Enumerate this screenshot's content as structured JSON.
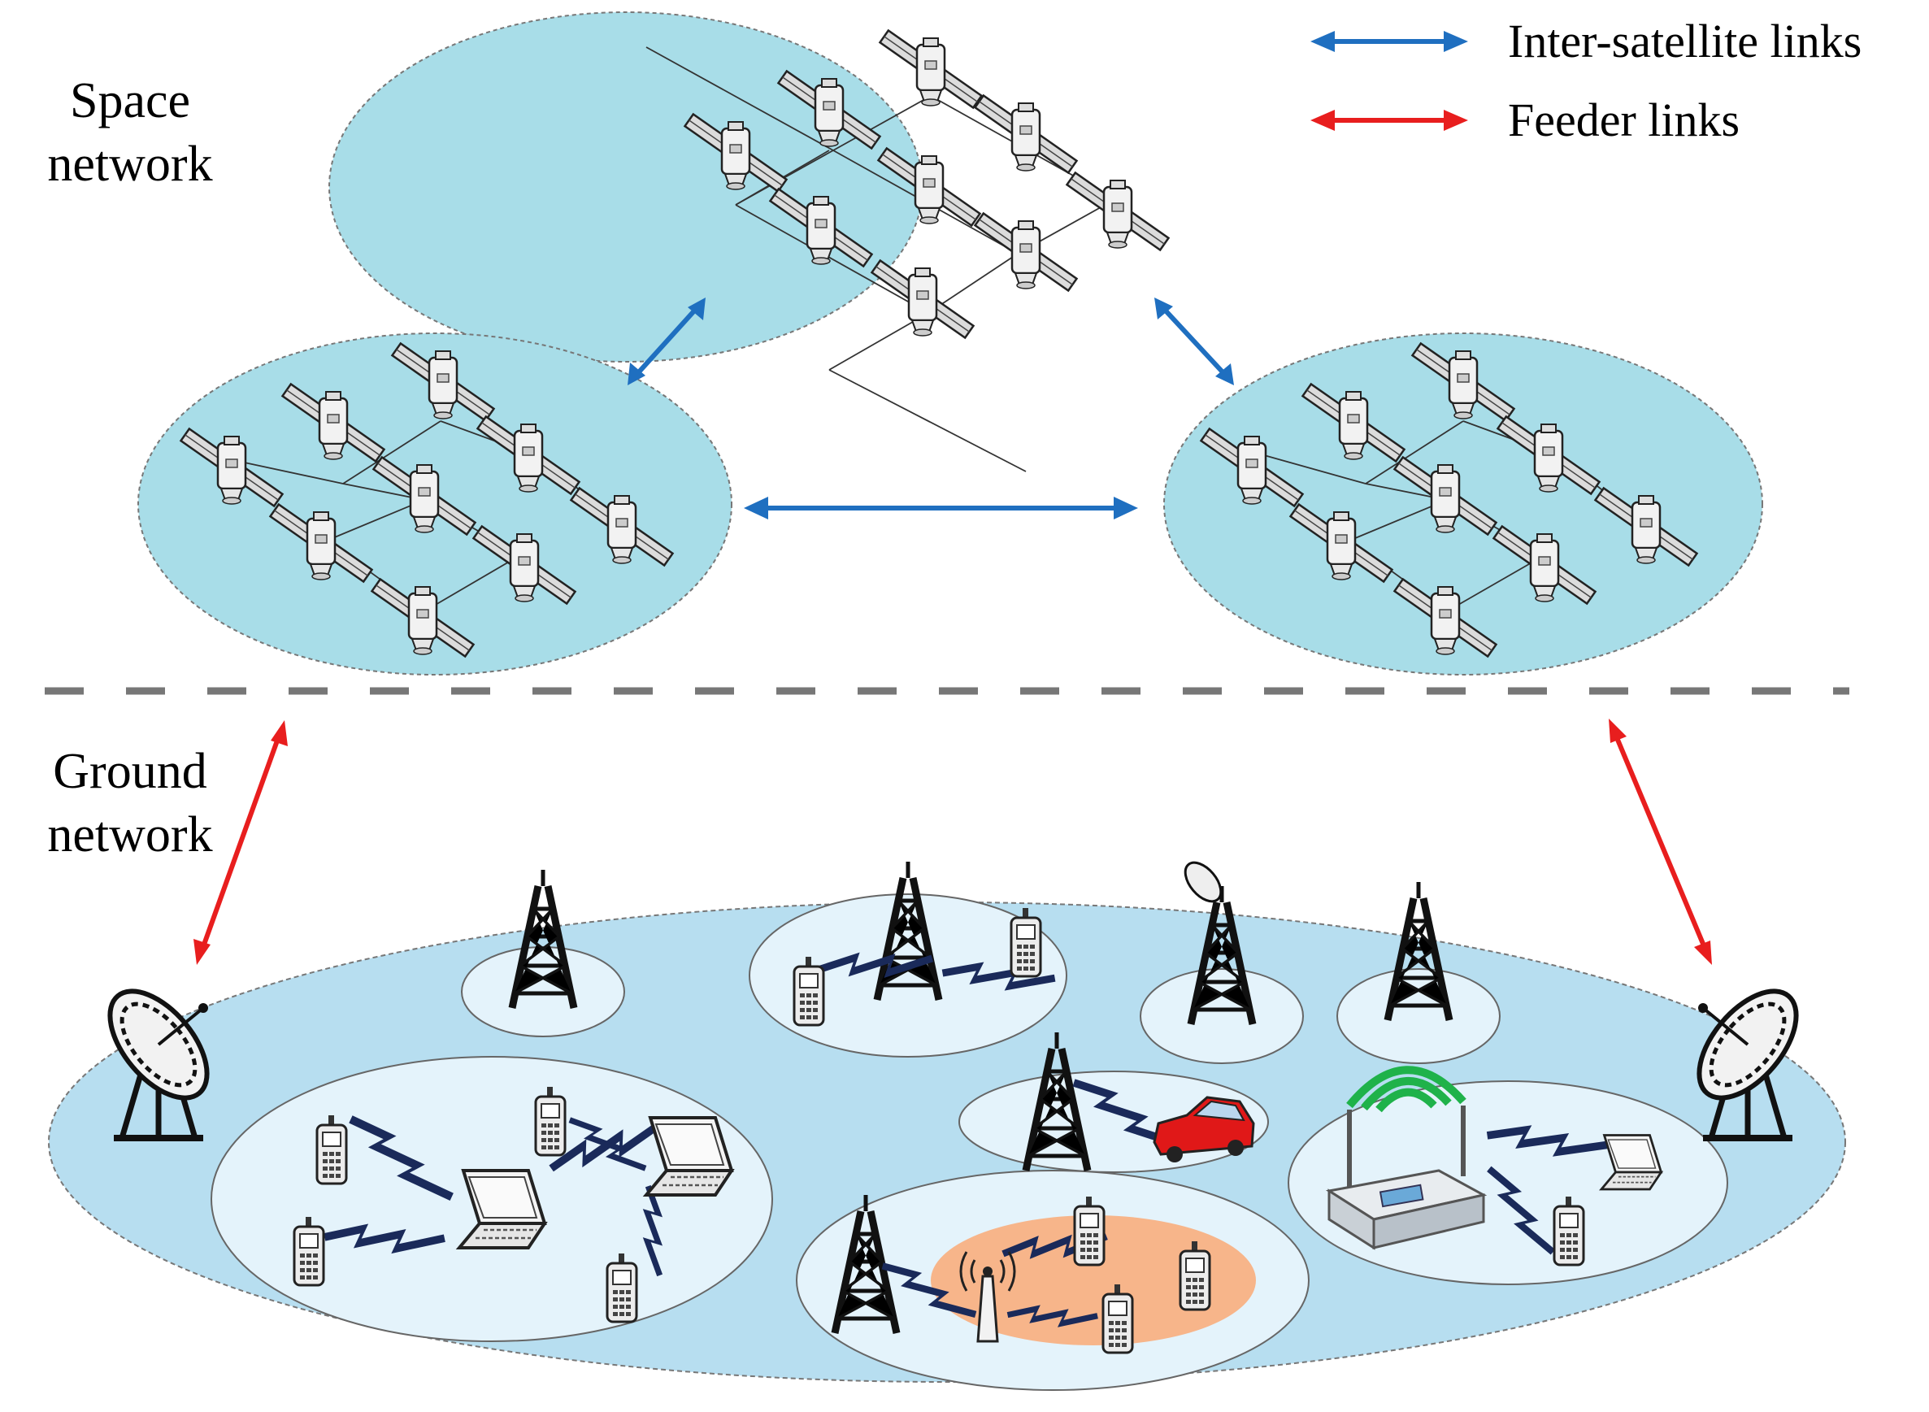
{
  "labels": {
    "space_line1": "Space",
    "space_line2": "network",
    "ground_line1": "Ground",
    "ground_line2": "network"
  },
  "legend": {
    "inter_satellite": "Inter-satellite links",
    "feeder": "Feeder links"
  },
  "colors": {
    "inter_satellite_link": "#1f6fc0",
    "feeder_link": "#e81e1e",
    "satellite_cluster_fill": "#a8dde8",
    "ground_fill": "#b7def0",
    "cell_fill": "#e4f3fb",
    "wireless_bolt": "#1a2a5a",
    "hotspot_fill": "#f7b58a",
    "car": "#e01818",
    "router_arc": "#1fb24a"
  },
  "icons": {
    "satellite": "satellite-icon",
    "tower": "cell-tower-icon",
    "dish": "satellite-dish-icon",
    "phone": "mobile-phone-icon",
    "laptop": "laptop-icon",
    "car": "car-icon",
    "router": "wifi-router-icon",
    "access_point": "access-point-icon"
  }
}
